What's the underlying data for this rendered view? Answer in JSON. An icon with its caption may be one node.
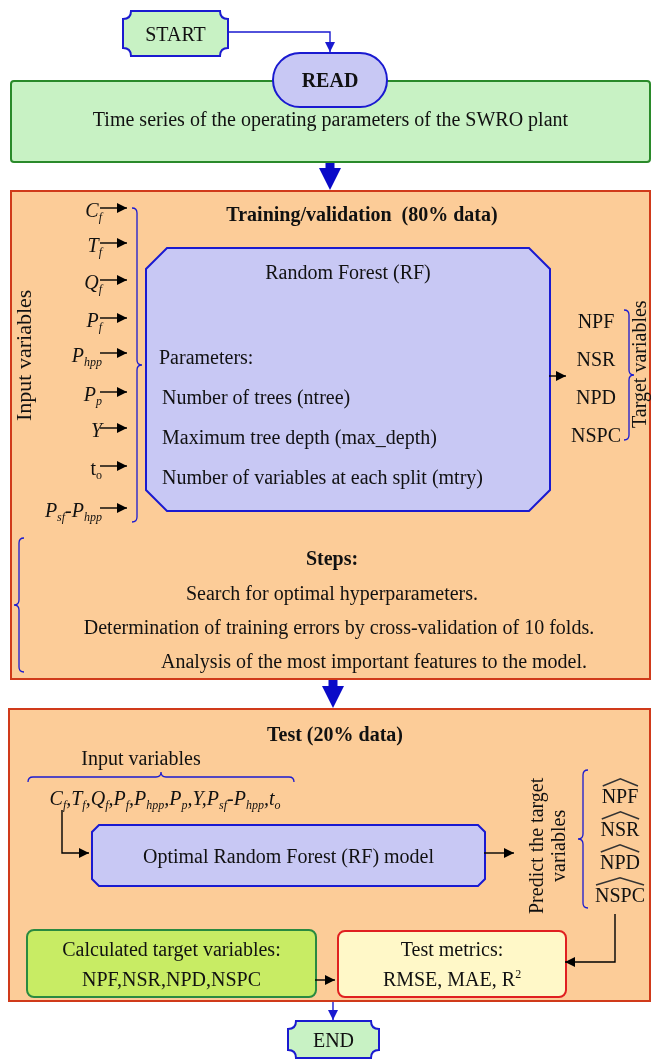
{
  "diagram": {
    "nodes": [
      {
        "text": [
          "START"
        ]
      },
      {
        "text": [
          "READ"
        ]
      },
      {
        "text": [
          "Time series of the operating parameters of the SWRO plant"
        ]
      },
      {
        "text": [
          "Training/validation  (80% data)",
          "Steps:",
          "Search for optimal hyperparameters.",
          "Determination of training errors by cross-validation of 10 folds.",
          "Analysis of the most important features to the model."
        ]
      },
      {
        "text": [
          "Random Forest (RF)",
          "Parameters:",
          "Number of trees (ntree)",
          "Maximum tree depth (max_depth)",
          "Number of variables at each split (mtry)"
        ],
        "in": 3
      },
      {
        "text": [
          "C$_{f}$"
        ],
        "in": 3
      },
      {
        "text": [
          "T$_{f}$"
        ],
        "in": 3
      },
      {
        "text": [
          "Q$_{f}$"
        ],
        "in": 3
      },
      {
        "text": [
          "P$_{f}$"
        ],
        "in": 3
      },
      {
        "text": [
          "P$_{hpp}$"
        ],
        "in": 3
      },
      {
        "text": [
          "P$_{p}$"
        ],
        "in": 3
      },
      {
        "text": [
          "Y"
        ],
        "in": 3
      },
      {
        "text": [
          "t$_{o}$"
        ],
        "in": 3
      },
      {
        "text": [
          "P$_{sf}$-P$_{hpp}$"
        ],
        "in": 3
      },
      {
        "text": [
          "Test (20% data)"
        ]
      },
      {
        "text": [
          "C$_{f}$,T$_{f}$,Q$_{f}$,P$_{f}$,P$_{hpp}$,P$_{p}$,Y,P$_{sf}$-P$_{hpp}$,t$_{o}$"
        ],
        "in": 14
      },
      {
        "text": [
          "Optimal Random Forest (RF) model"
        ],
        "in": 14
      },
      {
        "text": [
          "Predict the target variables"
        ],
        "in": 14
      },
      {
        "text": [
          "NPF",
          "NSR",
          "NPD",
          "NSPC"
        ],
        "in": 14
      },
      {
        "text": [
          "Calculated target variables:",
          "NPF,NSR,NPD,NSPC"
        ],
        "in": 14
      },
      {
        "text": [
          "Test metrics:",
          "RMSE, MAE, R$^{2}$"
        ],
        "in": 14
      },
      {
        "text": [
          "END"
        ]
      },
      {
        "text": [
          "NPF",
          "NSR",
          "NPD",
          "NSPC"
        ],
        "in": 3
      }
    ],
    "edges": [
      {
        "from": 0,
        "to": 1,
        "arrow": "to",
        "color": "#1a1ad0"
      },
      {
        "from": 2,
        "to": 3,
        "arrow": "to",
        "style": "thick",
        "color": "#0a0ac8"
      },
      {
        "from": 3,
        "to": 14,
        "arrow": "to",
        "style": "thick",
        "color": "#0a0ac8"
      },
      {
        "from": 5,
        "to": null,
        "arrow": "to"
      },
      {
        "from": 6,
        "to": null,
        "arrow": "to"
      },
      {
        "from": 7,
        "to": null,
        "arrow": "to"
      },
      {
        "from": 8,
        "to": null,
        "arrow": "to"
      },
      {
        "from": 9,
        "to": null,
        "arrow": "to"
      },
      {
        "from": 10,
        "to": null,
        "arrow": "to"
      },
      {
        "from": 11,
        "to": null,
        "arrow": "to"
      },
      {
        "from": 12,
        "to": null,
        "arrow": "to"
      },
      {
        "from": 13,
        "to": null,
        "arrow": "to"
      },
      {
        "from": 4,
        "to": 22,
        "arrow": "to"
      },
      {
        "from": 15,
        "to": 16,
        "arrow": "to"
      },
      {
        "from": 16,
        "to": 17,
        "arrow": "to"
      },
      {
        "from": 18,
        "to": 20,
        "arrow": "to"
      },
      {
        "from": 19,
        "to": 20,
        "arrow": "to"
      },
      {
        "from": 14,
        "to": 21,
        "arrow": "to",
        "color": "#1a1ad0"
      }
    ],
    "labels": [
      "Input variables",
      "Target variables",
      "Input variables"
    ]
  }
}
